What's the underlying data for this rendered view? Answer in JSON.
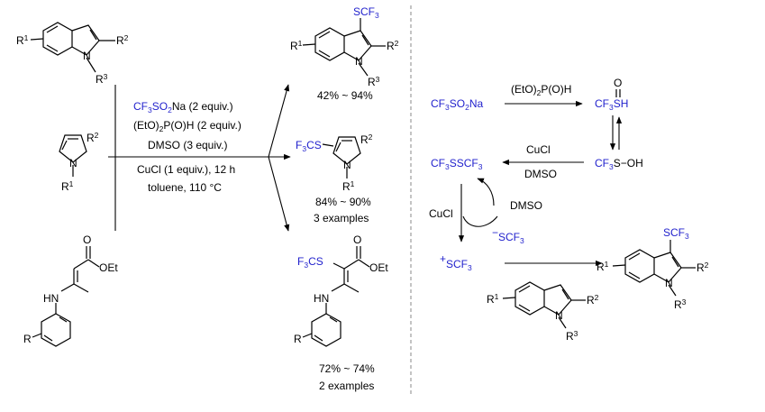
{
  "conditions": {
    "line1_pre": "CF",
    "line1_sub1": "3",
    "line1_mid": "SO",
    "line1_sub2": "2",
    "line1_post": "Na (2 equiv.)",
    "line2_pre": "(EtO)",
    "line2_sub": "2",
    "line2_post": "P(O)H (2 equiv.)",
    "line3": "DMSO (3 equiv.)",
    "line4": "CuCl (1 equiv.), 12 h",
    "line5": "toluene, 110 °C"
  },
  "substrates": {
    "indole": {
      "r1": "R",
      "r1_sup": "1",
      "r2": "R",
      "r2_sup": "2",
      "r3": "R",
      "r3_sup": "3",
      "n": "N"
    },
    "pyrrole": {
      "r1": "R",
      "r1_sup": "1",
      "r2": "R",
      "r2_sup": "2",
      "n": "N"
    },
    "enamine": {
      "o": "O",
      "oet": "OEt",
      "hn": "HN",
      "r": "R"
    }
  },
  "products": {
    "indole": {
      "scf3_pre": "SCF",
      "scf3_sub": "3",
      "yield": "42% ~ 94%"
    },
    "pyrrole": {
      "scf3_pre": "F",
      "scf3_sub": "3",
      "scf3_post": "CS",
      "yield": "84% ~ 90%",
      "examples": "3 examples"
    },
    "enamine": {
      "scf3_pre": "F",
      "scf3_sub": "3",
      "scf3_post": "CS",
      "yield": "72% ~ 74%",
      "examples": "2 examples"
    }
  },
  "mechanism": {
    "start_pre": "CF",
    "start_sub1": "3",
    "start_mid": "SO",
    "start_sub2": "2",
    "start_post": "Na",
    "reagent_pre": "(EtO)",
    "reagent_sub": "2",
    "reagent_post": "P(O)H",
    "sulfinic_pre": "CF",
    "sulfinic_sub": "3",
    "sulfinic_post": "SH",
    "sulfinic_o": "O",
    "sulfenic_pre": "CF",
    "sulfenic_sub": "3",
    "sulfenic_post": "S−OH",
    "cucl": "CuCl",
    "dmso": "DMSO",
    "disulfide_pre": "CF",
    "disulfide_sub1": "3",
    "disulfide_mid": "SSCF",
    "disulfide_sub2": "3",
    "cucl2": "CuCl",
    "dmso2": "DMSO",
    "anion_charge": "−",
    "anion_pre": "SCF",
    "anion_sub": "3",
    "cation_charge": "+",
    "cation_pre": "SCF",
    "cation_sub": "3"
  }
}
